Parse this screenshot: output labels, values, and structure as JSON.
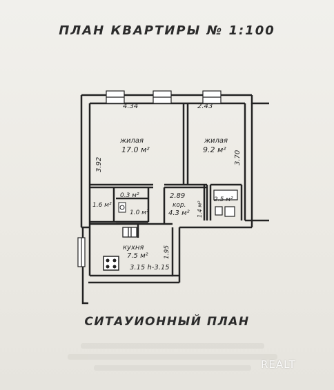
{
  "document": {
    "title": "ПЛАН КВАРТИРЫ № 1:100",
    "subtitle": "СИТАУИОННЫЙ ПЛАН",
    "watermark": "REALT"
  },
  "plan": {
    "dims": {
      "top_left_width": "4.34",
      "top_right_width": "2.43",
      "left_height": "3.92",
      "right_height": "3.70",
      "corridor_width": "2.89",
      "kitchen_height": "1.95",
      "kitchen_bottom": "3.15 h-3.15"
    },
    "rooms": [
      {
        "key": "room1",
        "name": "жилая",
        "area": "17.0 м²"
      },
      {
        "key": "room2",
        "name": "жилая",
        "area": "9.2 м²"
      },
      {
        "key": "corridor",
        "name": "кор.",
        "area": "4.3 м²"
      },
      {
        "key": "closet_a",
        "name": "",
        "area": "0.3 м²"
      },
      {
        "key": "closet_b",
        "name": "",
        "area": "1.6 м²"
      },
      {
        "key": "closet_c",
        "name": "",
        "area": "1.0 м²"
      },
      {
        "key": "bath",
        "name": "",
        "area": "2.5 м²"
      },
      {
        "key": "room_small",
        "name": "",
        "area": "1.4 м²"
      },
      {
        "key": "kitchen",
        "name": "кухня",
        "area": "7.5 м²"
      }
    ]
  }
}
